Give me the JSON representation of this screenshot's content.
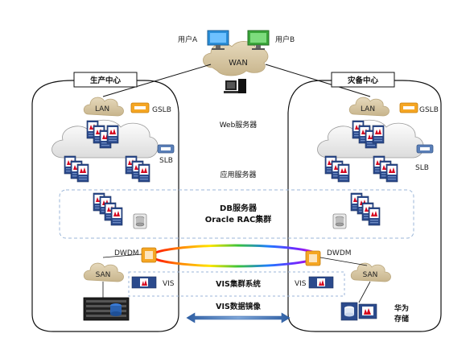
{
  "users": {
    "user_a": "用户A",
    "user_b": "用户B"
  },
  "wan": {
    "label": "WAN"
  },
  "sites": {
    "production": "生产中心",
    "disaster_recovery": "灾备中心"
  },
  "network": {
    "lan": "LAN",
    "san": "SAN",
    "gslb": "GSLB",
    "slb": "SLB",
    "dwdm": "DWDM",
    "vis": "VIS"
  },
  "layers": {
    "web": "Web服务器",
    "app": "应用服务器",
    "db_line1": "DB服务器",
    "db_line2": "Oracle RAC集群",
    "vis_cluster": "VIS集群系统",
    "vis_mirror": "VIS数据镜像"
  },
  "storage": {
    "huawei_line1": "华为",
    "huawei_line2": "存储"
  },
  "colors": {
    "cloud_fill": "#d9c9a6",
    "dwdm_orange": "#f5a623",
    "server_blue": "#2b4a8c",
    "huawei_red": "#d6001c",
    "arrow_blue": "#3b6fb6",
    "dashed_blue": "#9bb6d8"
  }
}
